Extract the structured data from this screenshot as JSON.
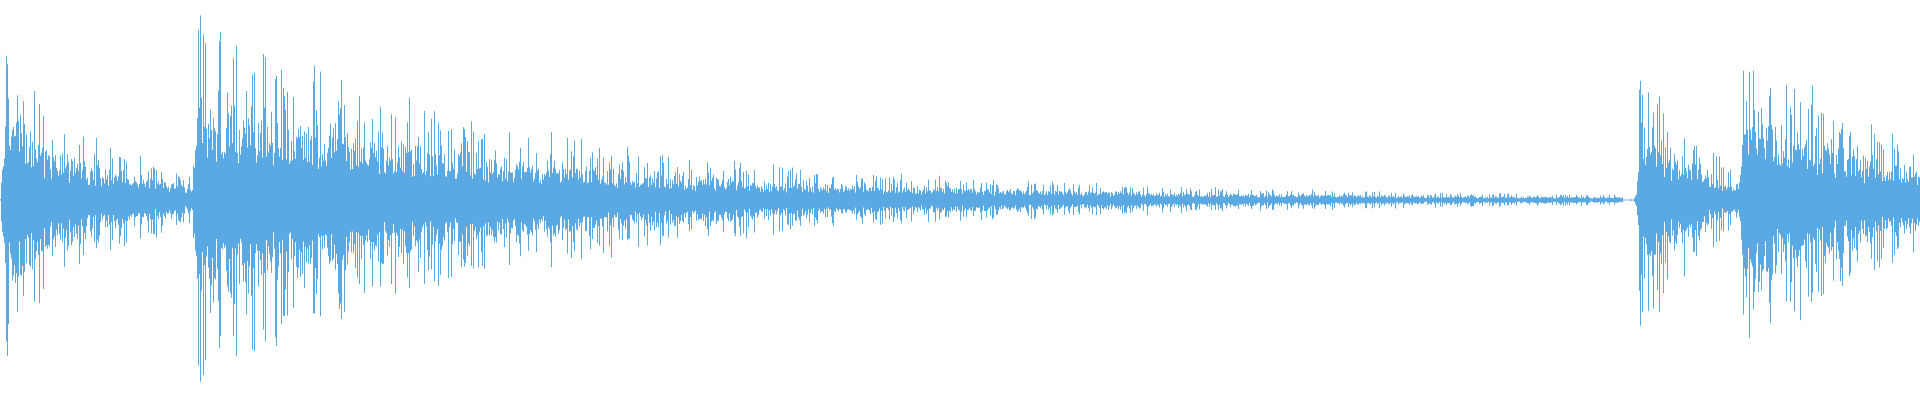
{
  "waveform": {
    "color": "#5aa9e2",
    "background": "#ffffff",
    "duration_fraction_visible": 1.0,
    "onsets": [
      {
        "start": 0.0,
        "peak": 0.82,
        "decay": 0.06,
        "tail": 0.035
      },
      {
        "start": 0.1,
        "peak": 0.96,
        "decay": 0.14,
        "tail": 0.32
      },
      {
        "start": 0.852,
        "peak": 0.86,
        "decay": 0.035,
        "tail": 0.02
      },
      {
        "start": 0.906,
        "peak": 0.86,
        "decay": 0.08,
        "tail": 0.1
      }
    ],
    "noise_floor": 0.004,
    "silence_range": [
      0.845,
      0.851
    ]
  }
}
